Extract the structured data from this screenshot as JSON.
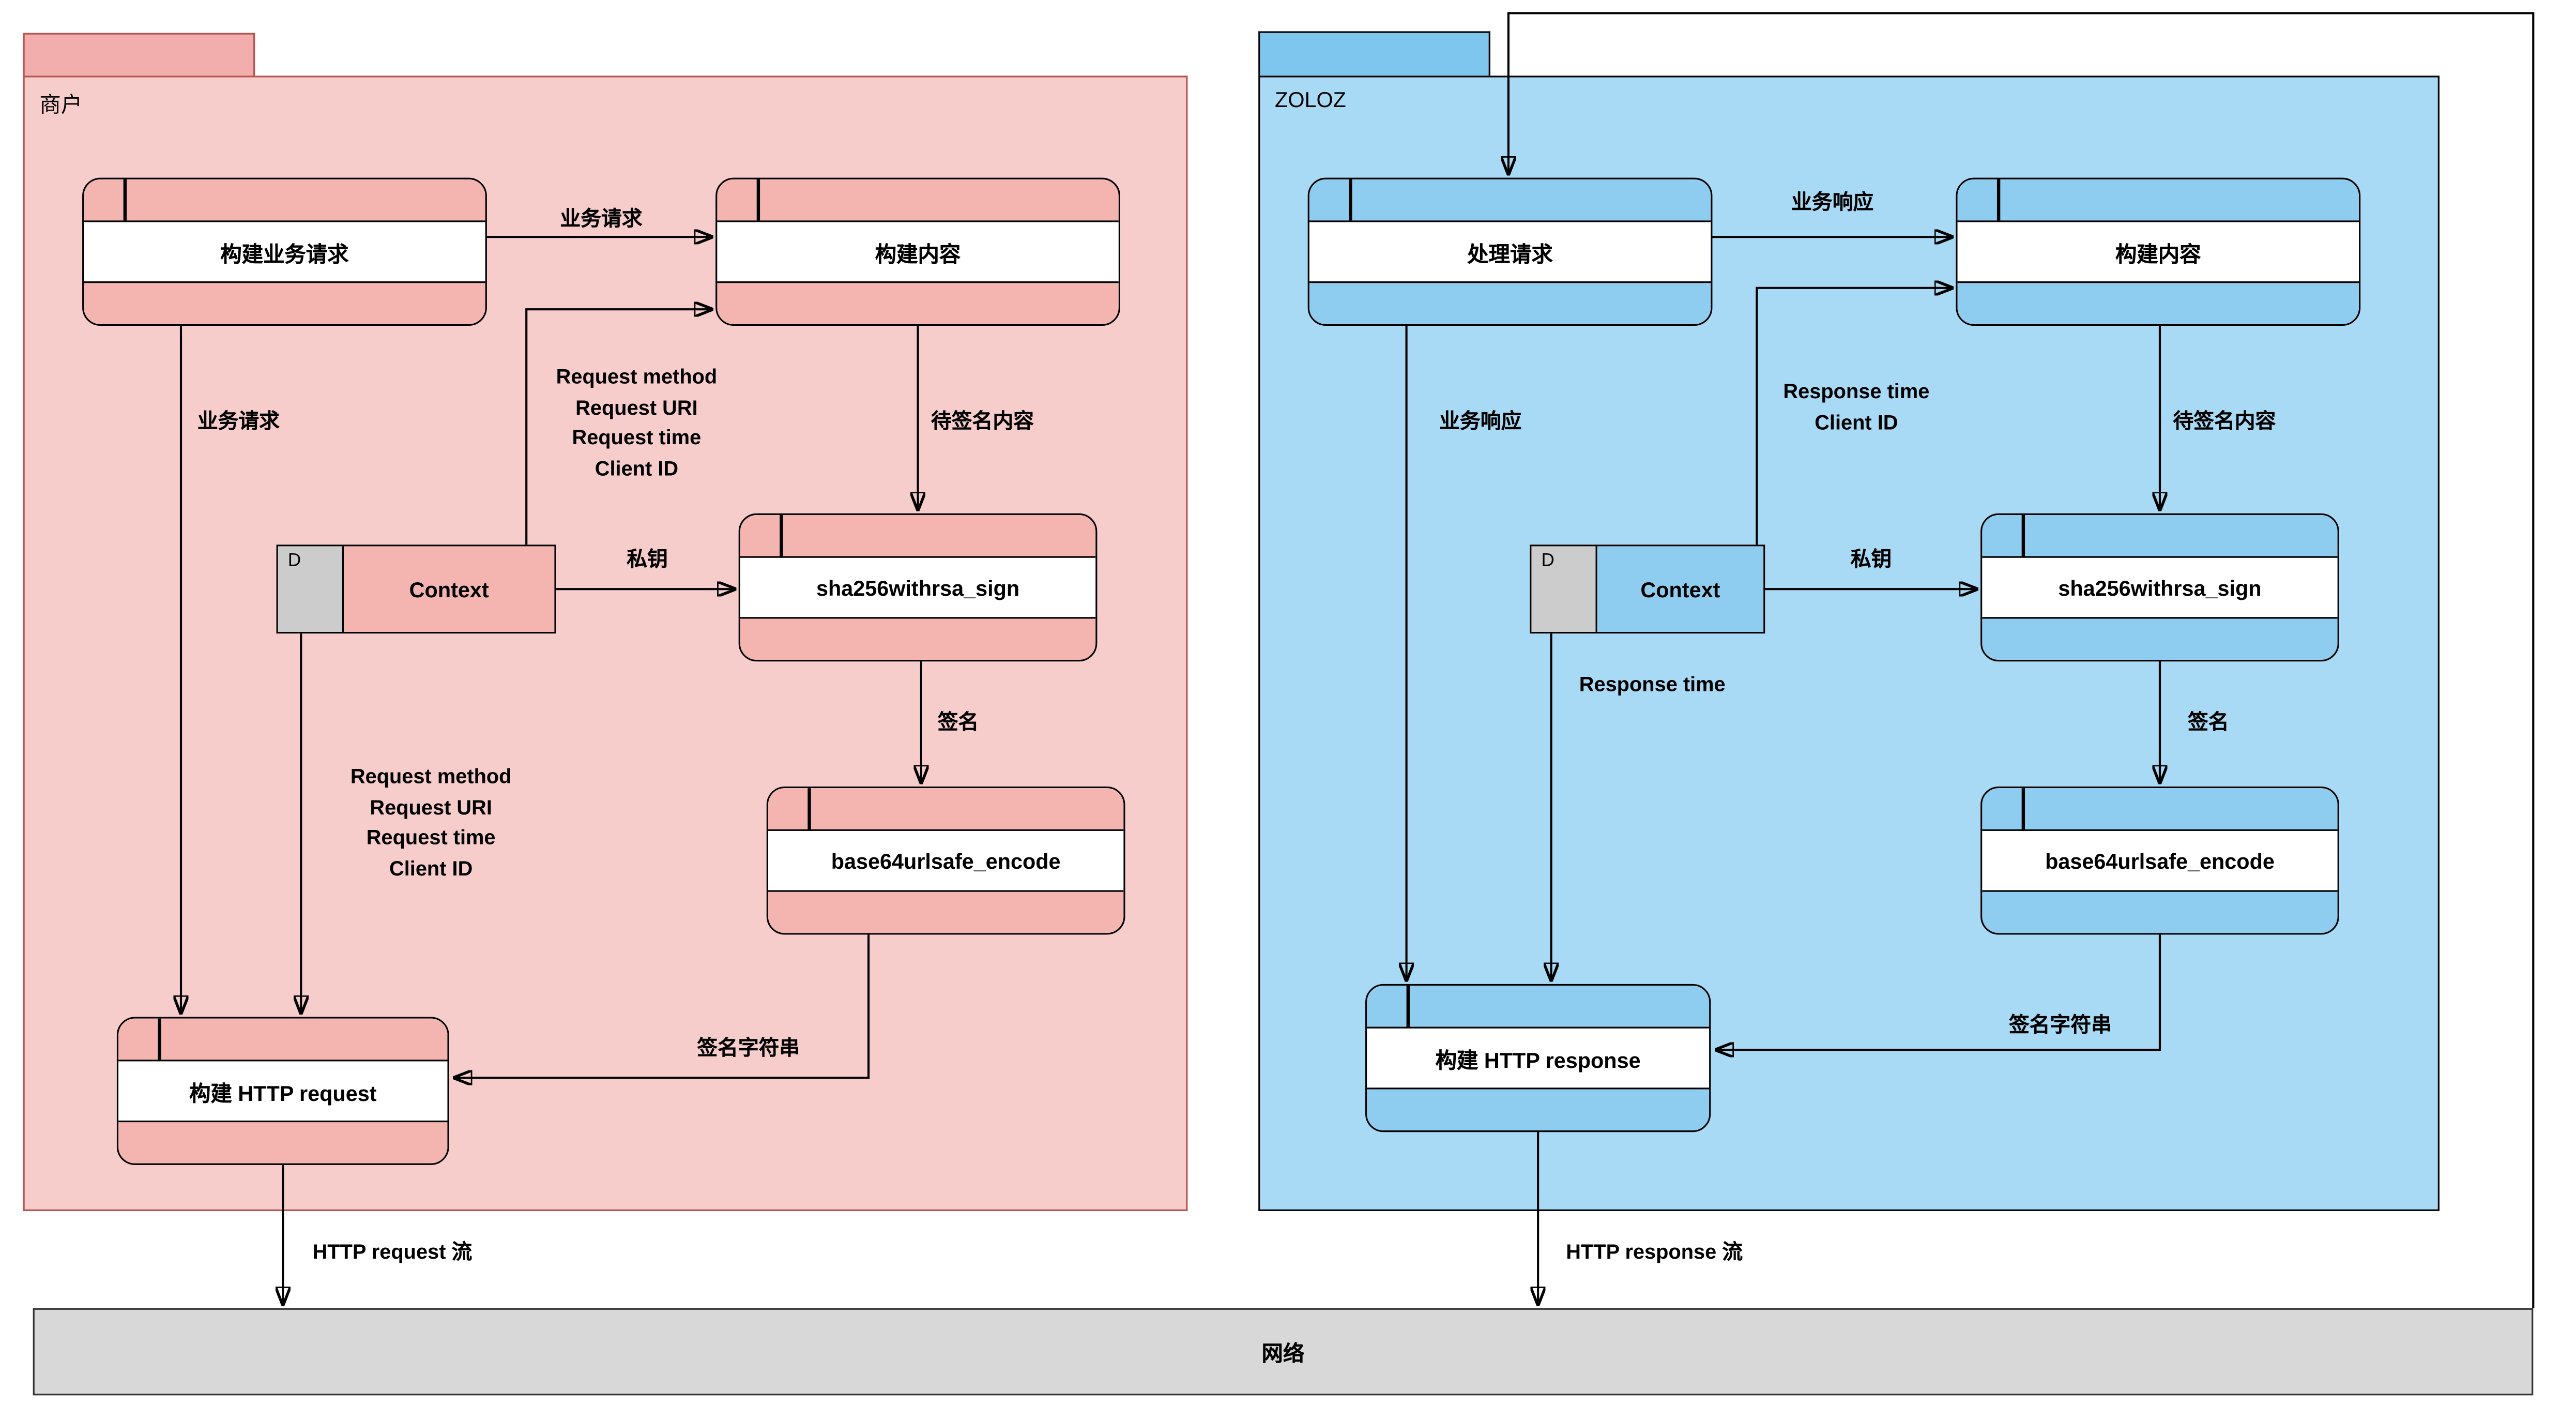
{
  "regions": {
    "merchant": {
      "title": "商户"
    },
    "zoloz": {
      "title": "ZOLOZ"
    }
  },
  "network": {
    "label": "网络"
  },
  "nodes": {
    "merchant": {
      "build_business_request": "构建业务请求",
      "build_content": "构建内容",
      "context": "Context",
      "context_type": "D",
      "sha256withrsa_sign": "sha256withrsa_sign",
      "base64urlsafe_encode": "base64urlsafe_encode",
      "build_http_request": "构建 HTTP request"
    },
    "zoloz": {
      "process_request": "处理请求",
      "build_content": "构建内容",
      "context": "Context",
      "context_type": "D",
      "sha256withrsa_sign": "sha256withrsa_sign",
      "base64urlsafe_encode": "base64urlsafe_encode",
      "build_http_response": "构建 HTTP response"
    }
  },
  "edge_labels": {
    "merchant": {
      "business_request_right": "业务请求",
      "request_meta_up": [
        "Request method",
        "Request URI",
        "Request time",
        "Client ID"
      ],
      "content_to_sign": "待签名内容",
      "private_key": "私钥",
      "signature": "签名",
      "business_request_down": "业务请求",
      "request_meta_down": [
        "Request method",
        "Request URI",
        "Request time",
        "Client ID"
      ],
      "signature_string": "签名字符串",
      "http_stream": "HTTP request 流"
    },
    "zoloz": {
      "business_response_right": "业务响应",
      "response_meta_up": [
        "Response time",
        "Client ID"
      ],
      "content_to_sign": "待签名内容",
      "private_key": "私钥",
      "signature": "签名",
      "business_response_down": "业务响应",
      "response_time_down": "Response time",
      "signature_string": "签名字符串",
      "http_stream": "HTTP response 流"
    }
  },
  "colors": {
    "merchant_fill": "#f7cdcc",
    "merchant_tab": "#f2aeac",
    "merchant_border": "#b85450",
    "merchant_node_band": "#f4b5b1",
    "zoloz_fill": "#a8daf5",
    "zoloz_tab": "#7ec6ee",
    "zoloz_border": "#000000",
    "zoloz_node_band": "#8fcdf0",
    "network_fill": "#d8d8d8",
    "context_d_fill": "#cccccc",
    "line": "#000000"
  }
}
